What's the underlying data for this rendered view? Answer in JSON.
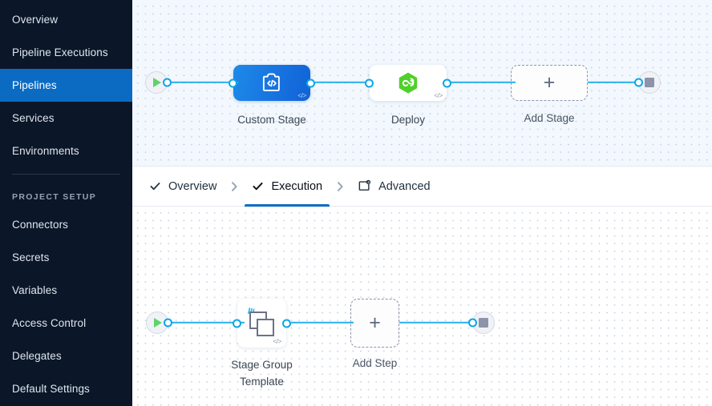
{
  "sidebar": {
    "items": [
      {
        "label": "Overview",
        "name": "sidebar-item-overview",
        "active": false
      },
      {
        "label": "Pipeline Executions",
        "name": "sidebar-item-pipeline-executions",
        "active": false
      },
      {
        "label": "Pipelines",
        "name": "sidebar-item-pipelines",
        "active": true
      },
      {
        "label": "Services",
        "name": "sidebar-item-services",
        "active": false
      },
      {
        "label": "Environments",
        "name": "sidebar-item-environments",
        "active": false
      }
    ],
    "section_label": "PROJECT SETUP",
    "setup_items": [
      {
        "label": "Connectors",
        "name": "sidebar-item-connectors"
      },
      {
        "label": "Secrets",
        "name": "sidebar-item-secrets"
      },
      {
        "label": "Variables",
        "name": "sidebar-item-variables"
      },
      {
        "label": "Access Control",
        "name": "sidebar-item-access-control"
      },
      {
        "label": "Delegates",
        "name": "sidebar-item-delegates"
      },
      {
        "label": "Default Settings",
        "name": "sidebar-item-default-settings"
      }
    ],
    "colors": {
      "background": "#0b1628",
      "active": "#0b6bc3",
      "text": "#dfe6ee",
      "section": "#96a3b2"
    }
  },
  "tabs": {
    "items": [
      {
        "label": "Overview",
        "icon": "check-icon",
        "active": false
      },
      {
        "label": "Execution",
        "icon": "check-icon",
        "active": true
      },
      {
        "label": "Advanced",
        "icon": "advanced-gear-icon",
        "active": false
      }
    ],
    "separator_icon": "chevron-right-icon",
    "active_underline_color": "#0b6bc3"
  },
  "stage_canvas": {
    "start_node": {
      "icon": "play-icon",
      "label": ""
    },
    "end_node": {
      "icon": "stop-icon",
      "label": ""
    },
    "nodes": [
      {
        "label": "Custom Stage",
        "icon": "custom-stage-icon",
        "type": "blue",
        "badge": "</>"
      },
      {
        "label": "Deploy",
        "icon": "deploy-hexagon-icon",
        "type": "white",
        "badge": "</>"
      },
      {
        "label": "Add Stage",
        "icon": "plus-icon",
        "type": "dashed",
        "badge": ""
      }
    ],
    "edge_color": "#2ab0ef",
    "background": "#f2f8fd"
  },
  "step_canvas": {
    "start_node": {
      "icon": "play-icon"
    },
    "end_node": {
      "icon": "stop-icon"
    },
    "nodes": [
      {
        "label": "Stage Group Template",
        "icon": "stage-group-template-icon",
        "type": "white",
        "badge": "</>"
      },
      {
        "label": "Add Step",
        "icon": "plus-icon",
        "type": "dashed",
        "badge": ""
      }
    ],
    "edge_color": "#2ab0ef",
    "background": "#ffffff"
  }
}
